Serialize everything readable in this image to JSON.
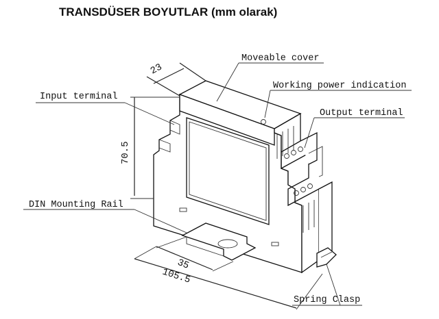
{
  "title": "TRANSDÜSER BOYUTLAR (mm olarak)",
  "labels": {
    "moveable_cover": "Moveable cover",
    "working_power": "Working power indication",
    "input_terminal": "Input terminal",
    "output_terminal": "Output terminal",
    "din_rail": "DIN Mounting Rail",
    "spring_clasp": "Spring Clasp"
  },
  "dimensions": {
    "width": "23",
    "height": "70.5",
    "rail": "35",
    "length": "105.5"
  }
}
